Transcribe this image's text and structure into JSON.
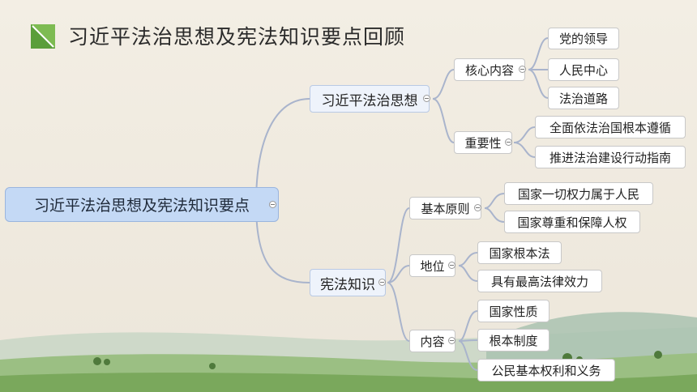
{
  "title": "习近平法治思想及宪法知识要点回顾",
  "mindmap": {
    "root": "习近平法治思想及宪法知识要点",
    "branch1": {
      "label": "习近平法治思想",
      "core": {
        "label": "核心内容",
        "items": [
          "党的领导",
          "人民中心",
          "法治道路"
        ]
      },
      "importance": {
        "label": "重要性",
        "items": [
          "全面依法治国根本遵循",
          "推进法治建设行动指南"
        ]
      }
    },
    "branch2": {
      "label": "宪法知识",
      "principles": {
        "label": "基本原则",
        "items": [
          "国家一切权力属于人民",
          "国家尊重和保障人权"
        ]
      },
      "status": {
        "label": "地位",
        "items": [
          "国家根本法",
          "具有最高法律效力"
        ]
      },
      "content": {
        "label": "内容",
        "items": [
          "国家性质",
          "根本制度",
          "公民基本权利和义务"
        ]
      }
    }
  },
  "colors": {
    "link": "#a9b4cc",
    "root_fill": "#c4d9f5",
    "icon": "#5a9e3a"
  }
}
